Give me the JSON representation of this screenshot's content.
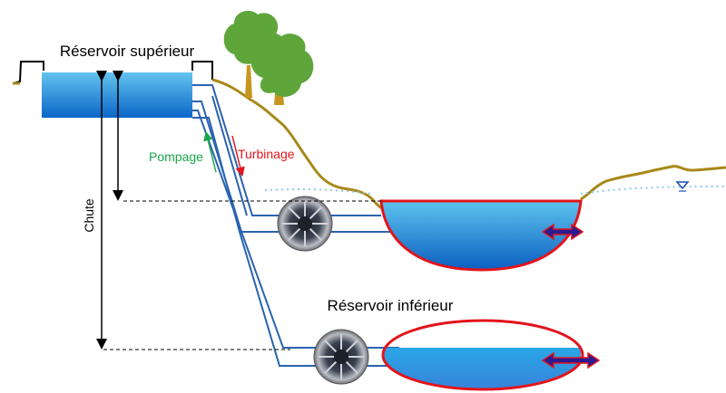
{
  "labels": {
    "upper_reservoir": "Réservoir supérieur",
    "lower_reservoir": "Réservoir inférieur",
    "pumping": "Pompage",
    "turbining": "Turbinage",
    "head": "Chute"
  },
  "colors": {
    "water_light": "#63c3ee",
    "water_dark": "#0a66c8",
    "pipe": "#2a63b0",
    "ground": "#a8891a",
    "highlight_red": "#e3141b",
    "pumping_green": "#1aa54a",
    "double_arrow": "#2c1a8f",
    "tree_green": "#5fa63a",
    "tree_trunk": "#c8961e",
    "dotted_waterline": "#8fc8e6"
  },
  "icons": [
    "turbine-icon",
    "tree-icon",
    "double-arrow-icon",
    "water-level-icon"
  ]
}
